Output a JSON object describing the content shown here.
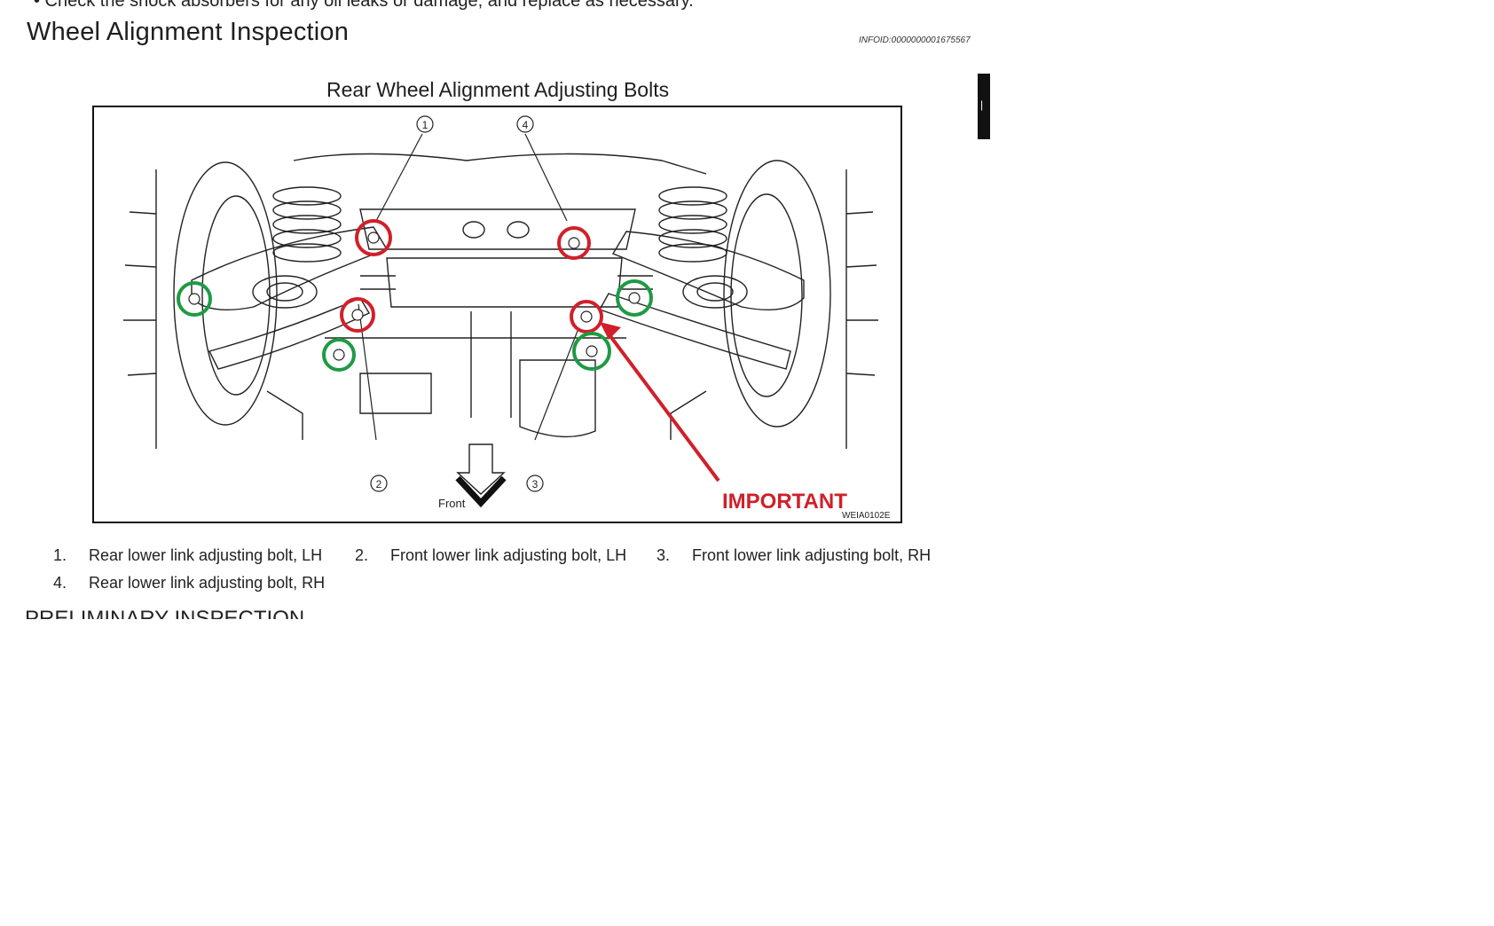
{
  "header": {
    "cut_line": "• Check the shock absorbers for any oil leaks or damage, and replace as necessary.",
    "section_title": "Wheel Alignment Inspection",
    "info_id": "INFOID:0000000001675567"
  },
  "figure": {
    "title": "Rear Wheel Alignment Adjusting Bolts",
    "callouts": [
      "1",
      "2",
      "3",
      "4"
    ],
    "front_label": "Front",
    "important_label": "IMPORTANT",
    "code": "WEIA0102E",
    "colors": {
      "red_marker": "#d0202a",
      "green_marker": "#1f9a44",
      "line": "#222222"
    }
  },
  "legend": {
    "items": [
      {
        "num": "1.",
        "text": "Rear lower link adjusting bolt, LH"
      },
      {
        "num": "2.",
        "text": "Front lower link adjusting bolt, LH"
      },
      {
        "num": "3.",
        "text": "Front lower link adjusting bolt, RH"
      },
      {
        "num": "4.",
        "text": "Rear lower link adjusting bolt, RH"
      }
    ]
  },
  "footer": {
    "cut_heading": "PRELIMINARY INSPECTION"
  }
}
